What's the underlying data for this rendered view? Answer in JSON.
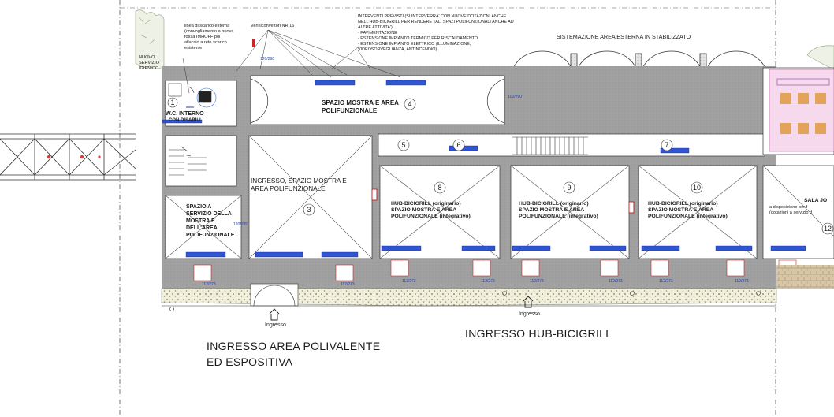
{
  "notes": {
    "scarico": [
      "linea di scarico esterna",
      "(convogliamento a nuova",
      "fossa IMHOFF poi",
      "allaccio a rete scarico",
      "esistente"
    ],
    "nuovo_servizio": [
      "NUOVO",
      "SERVIZIO",
      "IGIENICO"
    ],
    "ventilconvettori": "Ventilconvettori NR 16",
    "interventi": [
      "INTERVENTI PREVISTI (SI INTERVERRA' CON NUOVE DOTAZIONI ANCHE",
      "NELL'HUB-BICIGRILL PER RENDERE TALI SPAZI POLIFUNZIONALI ANCHE AD",
      "ALTRE ATTIVITA')",
      "- PAVIMENTAZIONE",
      "- ESTENSIONE IMPIANTO TERMICO PER RISCALDAMENTO",
      "- ESTENSIONE IMPIANTO ELETTRICO (ILLUMINAZIONE,",
      "VIDEOSORVEGLIANZA, ANTINCENDIO)"
    ],
    "area_esterna": "SISTEMAZIONE AREA ESTERNA IN STABILIZZATO"
  },
  "rooms": {
    "r1": {
      "num": "1",
      "label": "W.C. INTERNO",
      "sub": "CON DISABILI"
    },
    "r2": {
      "label_lines": [
        "SPAZIO A",
        "SERVIZIO DELLA",
        "MOSTRA E",
        "DELL'AREA",
        "POLIFUNZIONALE"
      ]
    },
    "r3": {
      "num": "3",
      "label_lines": [
        "INGRESSO, SPAZIO MOSTRA E",
        "AREA POLIFUNZIONALE"
      ]
    },
    "r4": {
      "num": "4",
      "label_lines": [
        "SPAZIO MOSTRA E AREA",
        "POLIFUNZIONALE"
      ]
    },
    "r5": {
      "num": "5"
    },
    "r6": {
      "num": "6"
    },
    "r7": {
      "num": "7"
    },
    "r8": {
      "num": "8",
      "label_lines": [
        "HUB-BICIGRILL (originario)",
        "SPAZIO MOSTRA E AREA",
        "POLIFUNZIONALE (integrativo)"
      ]
    },
    "r9": {
      "num": "9",
      "label_lines": [
        "HUB-BICIGRILL (originario)",
        "SPAZIO MOSTRA E AREA",
        "POLIFUNZIONALE (integrativo)"
      ]
    },
    "r10": {
      "num": "10",
      "label_lines": [
        "HUB-BICIGRILL (originario)",
        "SPAZIO MOSTRA E AREA",
        "POLIFUNZIONALE (integrativo)"
      ]
    },
    "r12": {
      "num": "12",
      "label_lines": [
        "SALA JO",
        "a disposizione per f",
        "(dotazioni a servizio d"
      ]
    }
  },
  "entrances": {
    "small_label": "Ingresso",
    "main_a_lines": [
      "INGRESSO AREA POLIVALENTE",
      "ED ESPOSITIVA"
    ],
    "main_b": "INGRESSO HUB-BICIGRILL"
  },
  "door_tags": [
    "100/290",
    "120/290",
    "120/285",
    "112/273",
    "112/273",
    "112/273",
    "112/273",
    "112/273",
    "112/273",
    "112/273",
    "117/273"
  ]
}
